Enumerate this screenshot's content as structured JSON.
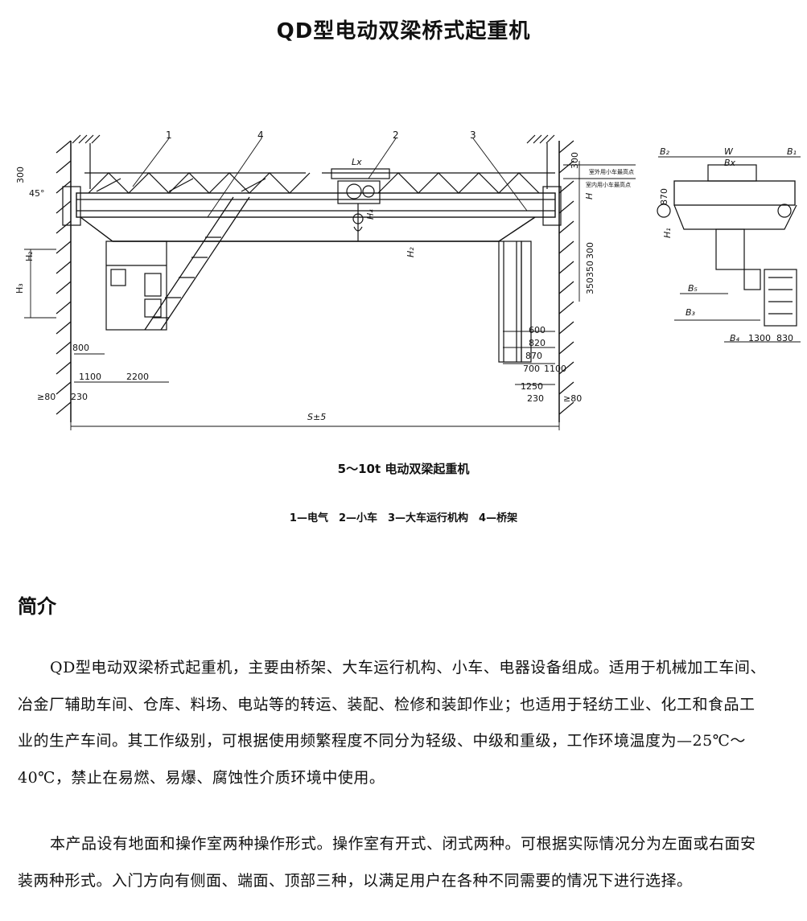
{
  "title": "QD型电动双梁桥式起重机",
  "drawing": {
    "callouts": [
      "1",
      "4",
      "2",
      "3"
    ],
    "left_dims": {
      "d300": "300",
      "angle": "45°",
      "h2": "H₂",
      "h3": "H₃",
      "d800": "800",
      "d1100": "1100",
      "d2200": "2200",
      "ge80": "≥80",
      "d230": "230"
    },
    "mid_dims": {
      "lx": "Lx",
      "h4": "H₄",
      "h2": "H₂"
    },
    "right_dims": {
      "d300": "300",
      "note_outdoor": "室外用小车最高点",
      "note_indoor": "室内用小车最高点",
      "h": "H",
      "d300b": "300",
      "d350a": "350",
      "d350b": "350",
      "d600": "600",
      "d820": "820",
      "d870": "870",
      "d700": "700",
      "d1100": "1100",
      "d1250": "1250",
      "d230": "230",
      "ge80": "≥80"
    },
    "span": "S±5",
    "side": {
      "b2": "B₂",
      "w": "W",
      "b1": "B₁",
      "bx": "Bx",
      "d870": "870",
      "h1": "H₁",
      "b5": "B₅",
      "b3": "B₃",
      "b4": "B₄",
      "d1300": "1300",
      "d830": "830"
    }
  },
  "caption1": "5～10t 电动双梁起重机",
  "caption2": "1—电气　2—小车　3—大车运行机构　4—桥架",
  "section_title": "简介",
  "paragraphs": [
    "QD型电动双梁桥式起重机，主要由桥架、大车运行机构、小车、电器设备组成。适用于机械加工车间、冶金厂辅助车间、仓库、料场、电站等的转运、装配、检修和装卸作业；也适用于轻纺工业、化工和食品工业的生产车间。其工作级别，可根据使用频繁程度不同分为轻级、中级和重级，工作环境温度为—25℃～40℃，禁止在易燃、易爆、腐蚀性介质环境中使用。",
    "本产品设有地面和操作室两种操作形式。操作室有开式、闭式两种。可根据实际情况分为左面或右面安装两种形式。入门方向有侧面、端面、顶部三种，以满足用户在各种不同需要的情况下进行选择。"
  ]
}
